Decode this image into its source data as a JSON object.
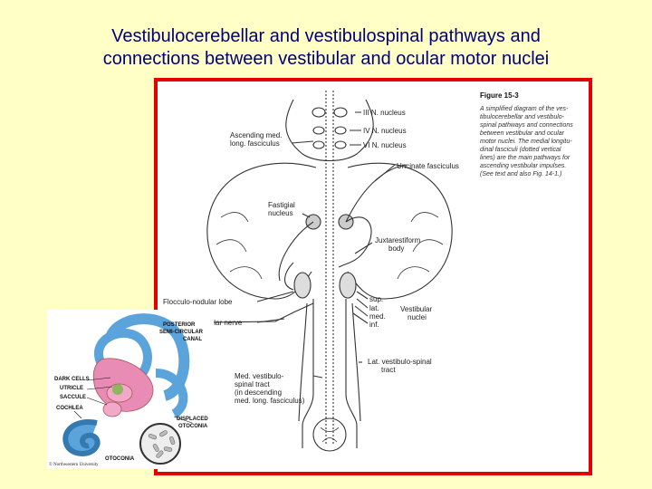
{
  "slide": {
    "title_line1": "Vestibulocerebellar and vestibulospinal pathways and",
    "title_line2": "connections between vestibular and ocular motor nuclei"
  },
  "figure": {
    "heading": "Figure 15-3",
    "caption_lines": [
      "A simplified diagram of the ves-",
      "tibulocerebellar and vestibulo-",
      "spinal pathways and connections",
      "between vestibular and ocular",
      "motor nuclei. The medial longitu-",
      "dinal fasciculi (dotted vertical",
      "lines) are the main pathways for",
      "ascending vestibular impulses.",
      "(See text and also Fig. 14-1.)"
    ],
    "labels": {
      "n3": "III N. nucleus",
      "n4": "IV N. nucleus",
      "n6": "VI N. nucleus",
      "asc_mlf_1": "Ascending med.",
      "asc_mlf_2": "long. fasciculus",
      "uncinate": "Uncinate fasciculus",
      "fastigial_1": "Fastigial",
      "fastigial_2": "nucleus",
      "juxtarestiform_1": "Juxtarestiform",
      "juxtarestiform_2": "body",
      "flocculo": "Flocculo-nodular lobe",
      "vest_nerve": "Vestibular nerve",
      "sup": "sup.",
      "lat": "lat.",
      "med": "med.",
      "inf": "inf.",
      "vest_nuclei_1": "Vestibular",
      "vest_nuclei_2": "nuclei",
      "med_vs_1": "Med. vestibulo-",
      "med_vs_2": "spinal tract",
      "med_vs_3": "(in descending",
      "med_vs_4": "med. long. fasciculus)",
      "lat_vs_1": "Lat. vestibulo-spinal",
      "lat_vs_2": "tract"
    }
  },
  "inset": {
    "labels": {
      "posterior_1": "POSTERIOR",
      "posterior_2": "SEMI-CIRCULAR",
      "posterior_3": "CANAL",
      "dark_cells": "DARK CELLS",
      "utricle": "UTRICLE",
      "saccule": "SACCULE",
      "cochlea": "COCHLEA",
      "displaced_1": "DISPLACED",
      "displaced_2": "OTOCONIA",
      "otoconia": "OTOCONIA",
      "copyright": "© Northwestern University"
    },
    "colors": {
      "canal_blue": "#5BA3DB",
      "vestibule_pink": "#E88BB5",
      "background": "#ffffff"
    }
  }
}
